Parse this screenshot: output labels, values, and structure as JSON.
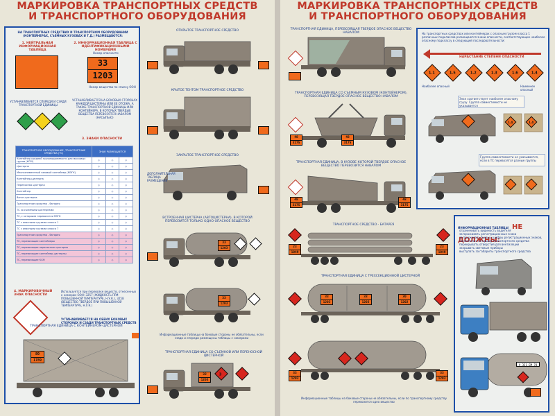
{
  "left": {
    "title": [
      "МАРКИРОВКА ТРАНСПОРТНЫХ СРЕДСТВ",
      "И ТРАНСПОРТНОГО ОБОРУДОВАНИЯ"
    ],
    "intro": "НА ТРАНСПОРТНЫХ СРЕДСТВАХ И ТРАНСПОРТНОМ ОБОРУДОВАНИИ (КОНТЕЙНЕРАХ, СЪЕМНЫХ КУЗОВАХ И Т.Д.) РАЗМЕЩАЮТСЯ:",
    "sec1": "1. НЕЙТРАЛЬНАЯ ИНФОРМАЦИОННАЯ ТАБЛИЦА",
    "sec2": "2. ИНФОРМАЦИОННАЯ ТАБЛИЦА С ИДЕНТИФИКАЦИОННЫМИ НОМЕРАМИ",
    "hazard_label": "Номер опасности",
    "un_label": "Номер вещества по списку ООН",
    "plate_top": "33",
    "plate_bottom": "1203",
    "neutral_note": "УСТАНАВЛИВАЕТСЯ СПЕРЕДИ И СЗАДИ ТРАНСПОРТНОЙ ЕДИНИЦЫ",
    "ident_note": "УСТАНАВЛИВАЕТСЯ НА БОКОВЫХ СТОРОНАХ КАЖДОЙ ЦИСТЕРНЫ ИЛИ ЕЕ ОТСЕКА, А ТАКЖЕ ТРАНСПОРТНОЙ ЕДИНИЦЫ ИЛИ КОНТЕЙНЕРА, В КОТОРЫХ ТВЕРДЫЕ ВЕЩЕСТВА ПЕРЕВОЗЯТСЯ НАВАЛОМ (НАСЫПЬЮ)",
    "sec3": "3. ЗНАКИ ОПАСНОСТИ",
    "table_head_1": "ТРАНСПОРТНОЕ ОБОРУДОВАНИЕ, ТРАНСПОРТНЫЕ СРЕДСТВА (ТС)",
    "table_head_2": "ЗНАК РАЗМЕЩАЕТСЯ",
    "table_rows": [
      "Контейнер средней грузоподъемности для массовых грузов (КСМ)",
      "Цистерна",
      "Многоэлементный газовый контейнер (МЭГК)",
      "Контейнер-цистерна",
      "Переносная цистерна",
      "Контейнер",
      "Вагон-цистерна",
      "Транспортное средство - батарея",
      "ТС со съемными цистернами",
      "ТС, с которыми перевозятся МЭГК",
      "ТС с опасными грузами класса 1",
      "ТС с опасными грузами класса 7",
      "Транспортное средство - батарея",
      "ТС, перевозящие контейнеры",
      "ТС, перевозящие переносные цистерны",
      "ТС, перевозящие контейнер-цистерны",
      "ТС, перевозящие КСМ"
    ],
    "sec4": "4. МАРКИРОВОЧНЫЙ ЗНАК ОПАСНОСТИ",
    "note_heated": "Используется при перевозке веществ, отнесенных к номерам ООН: 3257 (ЖИДКОСТЬ ПРИ ПОВЫШЕННОЙ ТЕМПЕРАТУРЕ, Н.У.К.), 3258 (ВЕЩЕСТВО ТВЕРДОЕ ПРИ ПОВЫШЕННОЙ ТЕМПЕРАТУРЕ, Н.У.К.)",
    "note_place": "УСТАНАВЛИВАЕТСЯ НА ОБЕИХ БОКОВЫХ СТОРОНАХ И СЗАДИ ТРАНСПОРТНЫХ СРЕДСТВ",
    "trucks": [
      "ОТКРЫТОЕ ТРАНСПОРТНОЕ СРЕДСТВО",
      "КРЫТОЕ ТЕНТОМ ТРАНСПОРТНОЕ СРЕДСТВО",
      "ЗАКРЫТОЕ ТРАНСПОРТНОЕ СРЕДСТВО",
      "ВСТРОЕННАЯ ЦИСТЕРНА (АВТОЦИСТЕРНА), В КОТОРОЙ ПЕРЕВОЗИТСЯ ТОЛЬКО ОДНО ОПАСНОЕ ВЕЩЕСТВО"
    ],
    "van_note": "ДОПОЛНИТЕЛЬНАЯ ТАБЛИЦА РАЗМЕЩЕНИЯ",
    "tank_plates": [
      "33",
      "1203"
    ],
    "tank_note": "Информационные таблицы на боковые стороны не обязательны, если сзади и спереди размещены таблицы с номерами",
    "container_title": "ТРАНСПОРТНАЯ ЕДИНИЦА С КОНТЕЙНЕРОМ-ЦИСТЕРНОЙ",
    "removable_title": "ТРАНСПОРТНАЯ ЕДИНИЦА СО СЪЕМНОЙ ИЛИ ПЕРЕНОСНОЙ ЦИСТЕРНОЙ",
    "container_plates": [
      "80",
      "1789"
    ],
    "removable_plates": [
      "33",
      "1203"
    ],
    "flame_number": "3"
  },
  "right": {
    "title": [
      "МАРКИРОВКА ТРАНСПОРТНЫХ СРЕДСТВ",
      "И ТРАНСПОРТНОГО ОБОРУДОВАНИЯ"
    ],
    "truck1": "ТРАНСПОРТНАЯ ЕДИНИЦА, ПЕРЕВОЗЯЩАЯ ТВЕРДОЕ ОПАСНОЕ ВЕЩЕСТВО НАВАЛОМ",
    "truck2": "ТРАНСПОРТНАЯ ЕДИНИЦА СО СЪЕМНЫМ КУЗОВОМ (КОНТЕЙНЕРОМ), ПЕРЕВОЗЯЩАЯ ТВЕРДОЕ ОПАСНОЕ ВЕЩЕСТВО НАВАЛОМ",
    "truck3": "ТРАНСПОРТНАЯ ЕДИНИЦА, В КУЗОВЕ КОТОРОЙ ТВЕРДОЕ ОПАСНОЕ ВЕЩЕСТВО ПЕРЕВОЗИТСЯ НАВАЛОМ",
    "truck4": "ТРАНСПОРТНОЕ СРЕДСТВО - БАТАРЕЯ",
    "truck5": "ТРАНСПОРТНАЯ ЕДИНИЦА С ТРЕХСЕКЦИОННОЙ ЦИСТЕРНОЙ",
    "bulk_plates": [
      "48",
      "3175"
    ],
    "battery_plates": [
      "23",
      "1049"
    ],
    "section_plates": [
      [
        "33",
        "1203"
      ],
      [
        "33",
        "1203"
      ],
      [
        "30",
        "1202"
      ]
    ],
    "last_plates": [
      "33",
      "1203"
    ],
    "rule_text": "На транспортных средствах или контейнерах с опасным грузом класса 1 различных подклассов размещаются знаки опасности, соответствующие наиболее опасному подклассу в следующей последовательности:",
    "arrow_label": "НАРАСТАНИЕ СТЕПЕНИ ОПАСНОСТИ",
    "classes": [
      "1.1",
      "1.5",
      "1.2",
      "1.3",
      "1.6",
      "1.4"
    ],
    "most": "Наиболее опасный",
    "least": "Наименее опасный",
    "van1_note": "Знак соответствует наиболее опасному грузу. Группа совместимости не указывается",
    "van2_note": "Группа совместимости не указывается, если в ТС перевозятся разные группы",
    "cargo_labels": [
      "1.4",
      "1.4"
    ],
    "ne_head": "ИНФОРМАЦИОННЫЕ ТАБЛИЦЫ",
    "ne_title": "НЕ ДОЛЖНЫ:",
    "ne_items": [
      "ограничивать видимость водителя",
      "загораживать регистрационные знаки",
      "загораживать буквы и цифры регистрационных знаков, нанесенных на крышу транспортного средства",
      "перекрывать отверстия для вентиляции",
      "закрывать световые приборы",
      "выступать за габариты транспортного средства"
    ],
    "truck_plate": "У 331 ЕМ 78",
    "bottom_note": "Информационные таблицы на боковые стороны не обязательны, если по транспортному средству перевозится одно вещество"
  },
  "colors": {
    "orange": "#f06a1c",
    "blue": "#1d4fa8",
    "red": "#c0392b",
    "truck": "#7f766b"
  }
}
